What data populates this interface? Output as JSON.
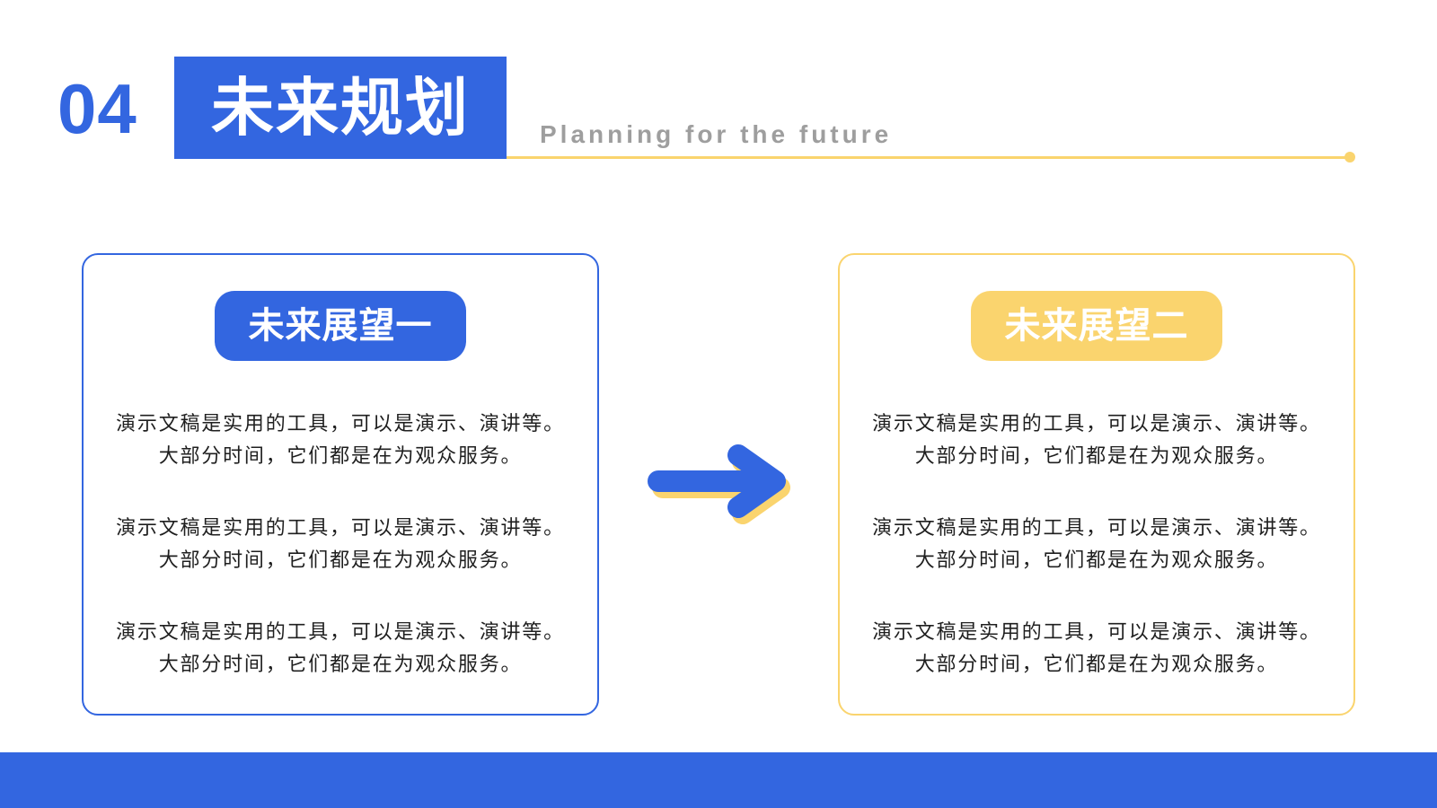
{
  "section": {
    "number": "04",
    "title": "未来规划",
    "subtitle": "Planning for the future"
  },
  "cards": [
    {
      "heading": "未来展望一",
      "paragraphs": [
        [
          "演示文稿是实用的工具，可以是演示、演讲等。",
          "大部分时间，它们都是在为观众服务。"
        ],
        [
          "演示文稿是实用的工具，可以是演示、演讲等。",
          "大部分时间，它们都是在为观众服务。"
        ],
        [
          "演示文稿是实用的工具，可以是演示、演讲等。",
          "大部分时间，它们都是在为观众服务。"
        ]
      ]
    },
    {
      "heading": "未来展望二",
      "paragraphs": [
        [
          "演示文稿是实用的工具，可以是演示、演讲等。",
          "大部分时间，它们都是在为观众服务。"
        ],
        [
          "演示文稿是实用的工具，可以是演示、演讲等。",
          "大部分时间，它们都是在为观众服务。"
        ],
        [
          "演示文稿是实用的工具，可以是演示、演讲等。",
          "大部分时间，它们都是在为观众服务。"
        ]
      ]
    }
  ],
  "icons": {
    "arrow": "right-arrow-icon"
  },
  "colors": {
    "primary": "#3366E0",
    "accent": "#FAD46E",
    "subtitle": "#9E9E9E",
    "text": "#1F1F1F"
  }
}
